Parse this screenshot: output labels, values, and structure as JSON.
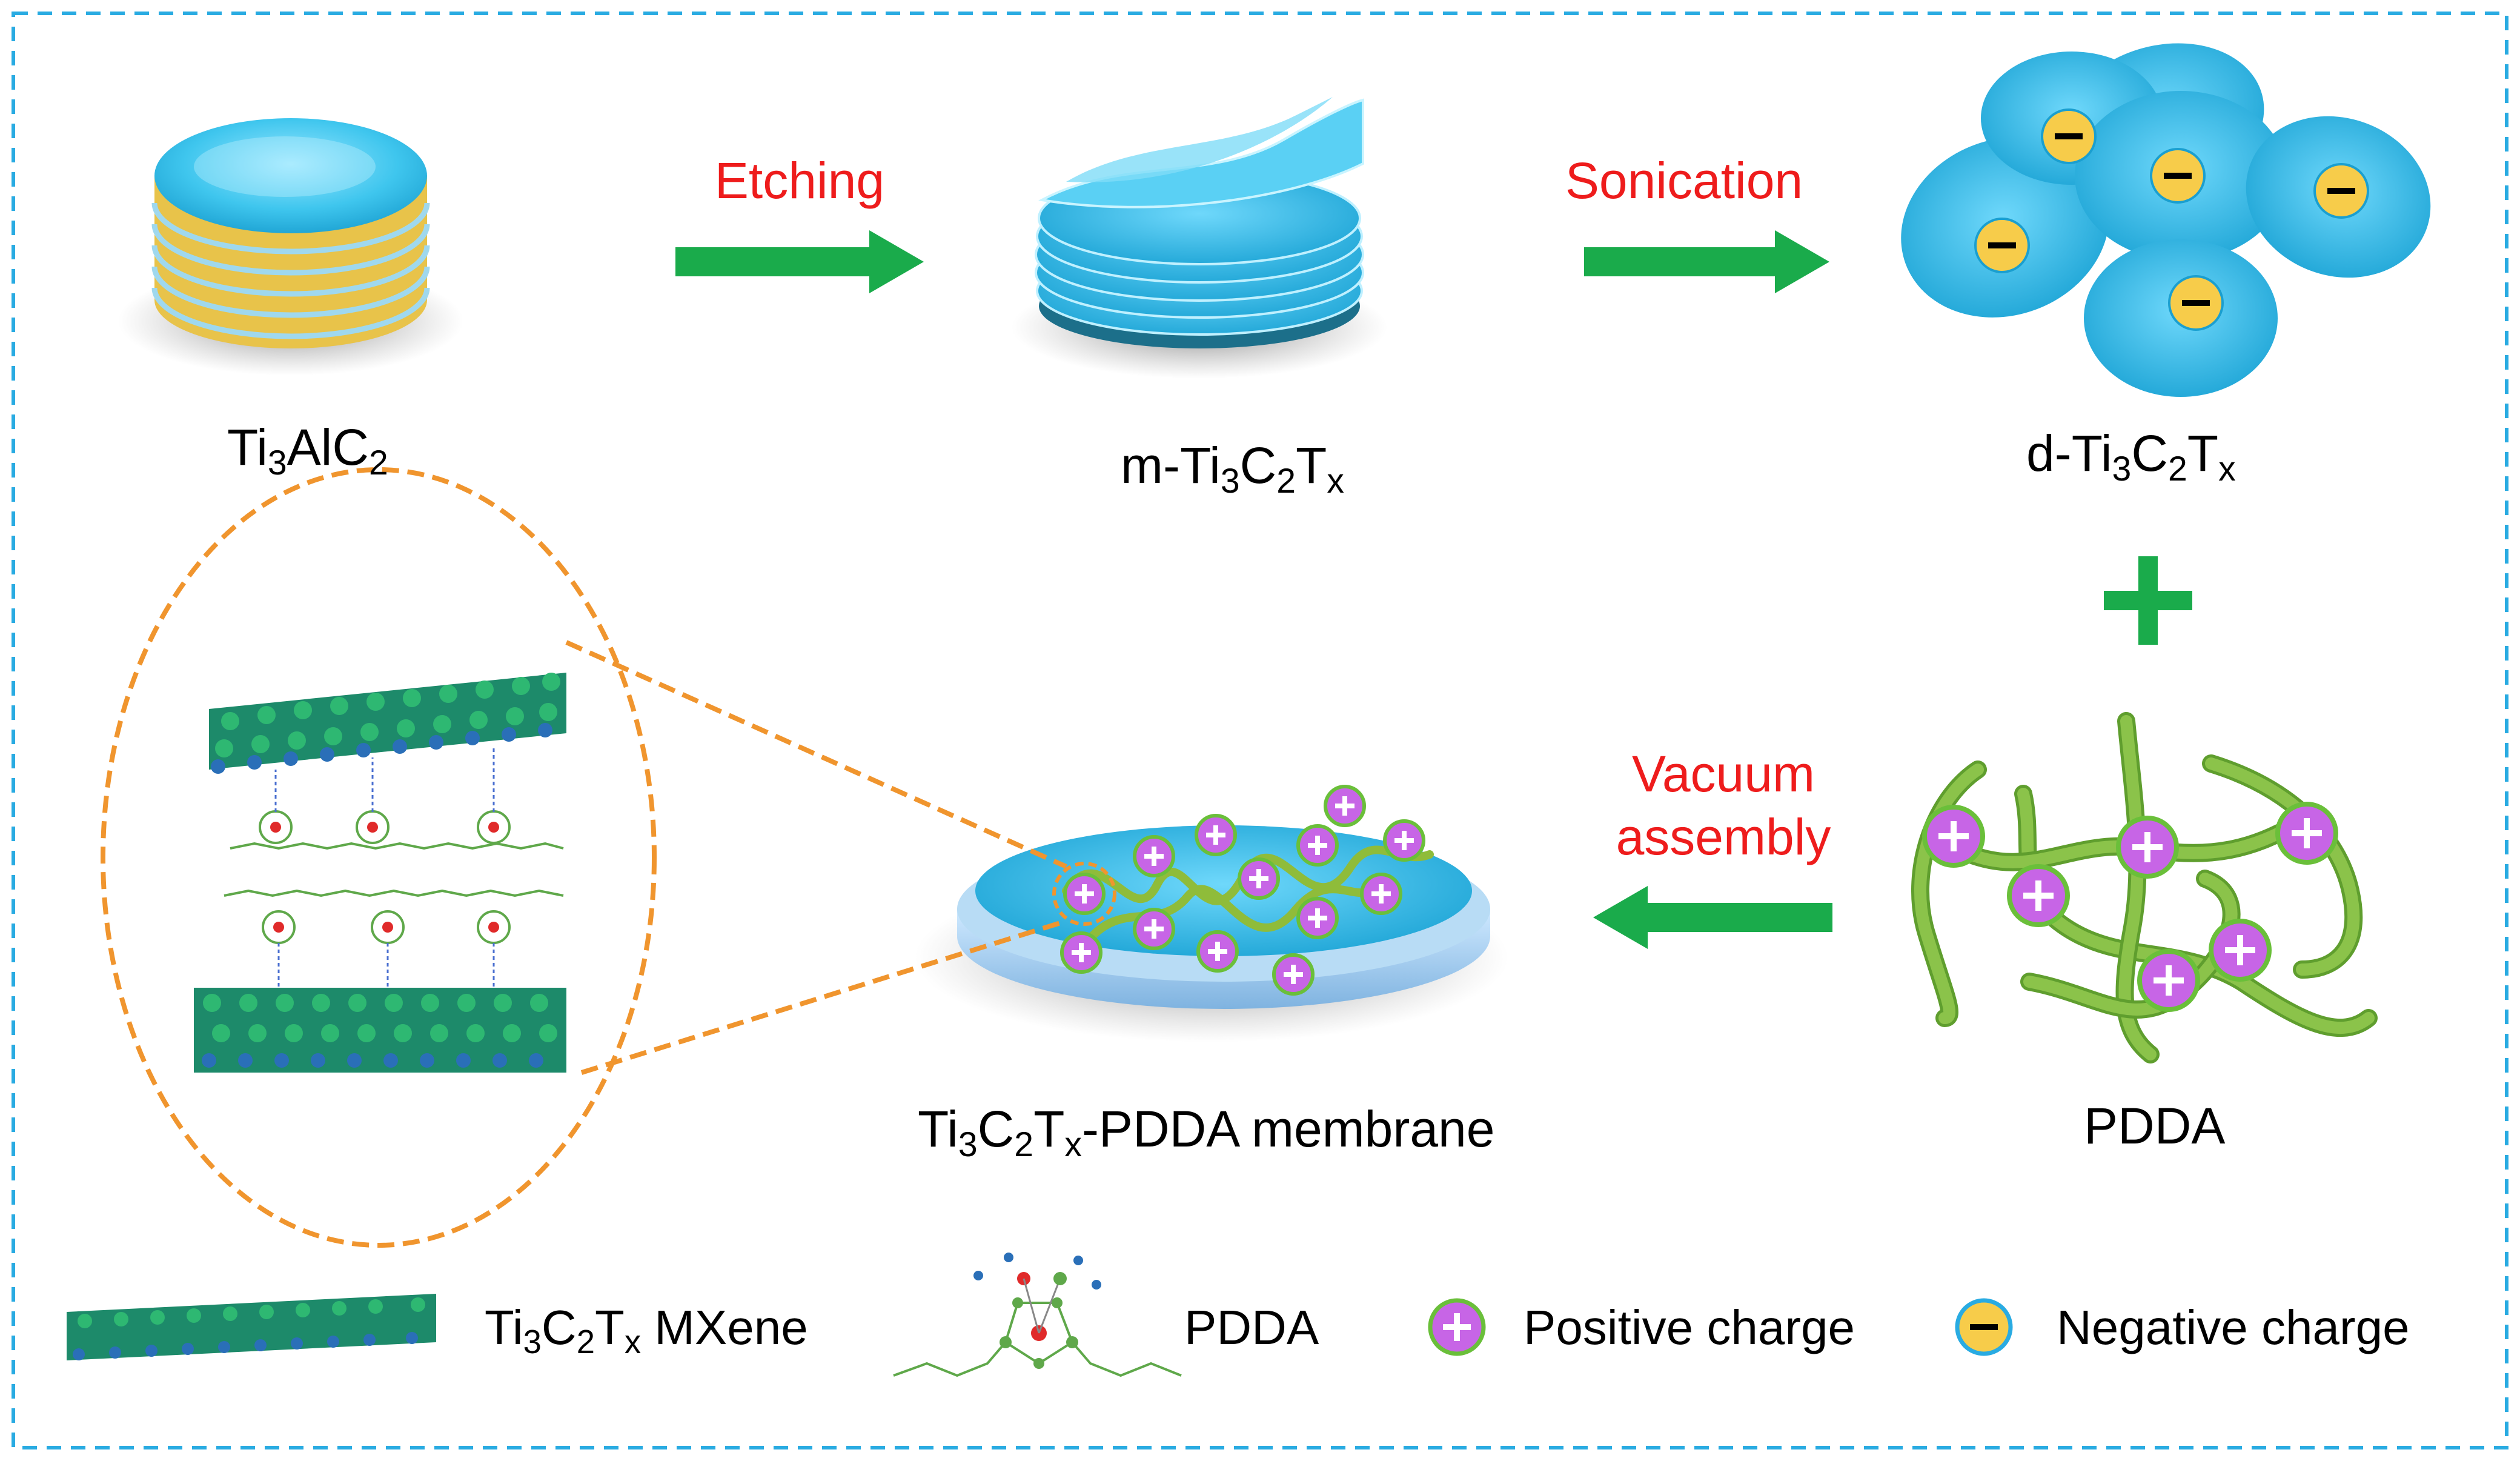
{
  "steps": {
    "etching": "Etching",
    "sonication": "Sonication",
    "vacuum_line1": "Vacuum",
    "vacuum_line2": "assembly"
  },
  "materials": {
    "ti3alc2": {
      "p1": "Ti",
      "s1": "3",
      "p2": "AlC",
      "s2": "2"
    },
    "m_ti3c2tx": {
      "p0": "m-Ti",
      "s1": "3",
      "p2": "C",
      "s2": "2",
      "p3": "T",
      "s3": "x"
    },
    "d_ti3c2tx": {
      "p0": "d-Ti",
      "s1": "3",
      "p2": "C",
      "s2": "2",
      "p3": "T",
      "s3": "x"
    },
    "membrane": {
      "p0": "Ti",
      "s1": "3",
      "p2": "C",
      "s2": "2",
      "p3": "T",
      "s3": "x",
      "tail": "-PDDA membrane"
    },
    "pdda": "PDDA"
  },
  "legend": {
    "mxene": {
      "p0": "Ti",
      "s1": "3",
      "p2": "C",
      "s2": "2",
      "p3": "T",
      "s3": "x",
      "tail": " MXene"
    },
    "pdda": "PDDA",
    "positive": "Positive charge",
    "negative": "Negative charge"
  },
  "colors": {
    "border": "#29abe2",
    "arrow": "#1aab4b",
    "step_text": "#ee1c1c",
    "mxene_surface": "#35c3ea",
    "al_layer": "#e8c34a",
    "pdda_chain": "#7cb342",
    "positive_fill": "#c765e6",
    "negative_fill": "#f7cc4a",
    "zoom_outline": "#f0952e"
  },
  "symbols": {
    "plus": "+",
    "minus": "−"
  }
}
